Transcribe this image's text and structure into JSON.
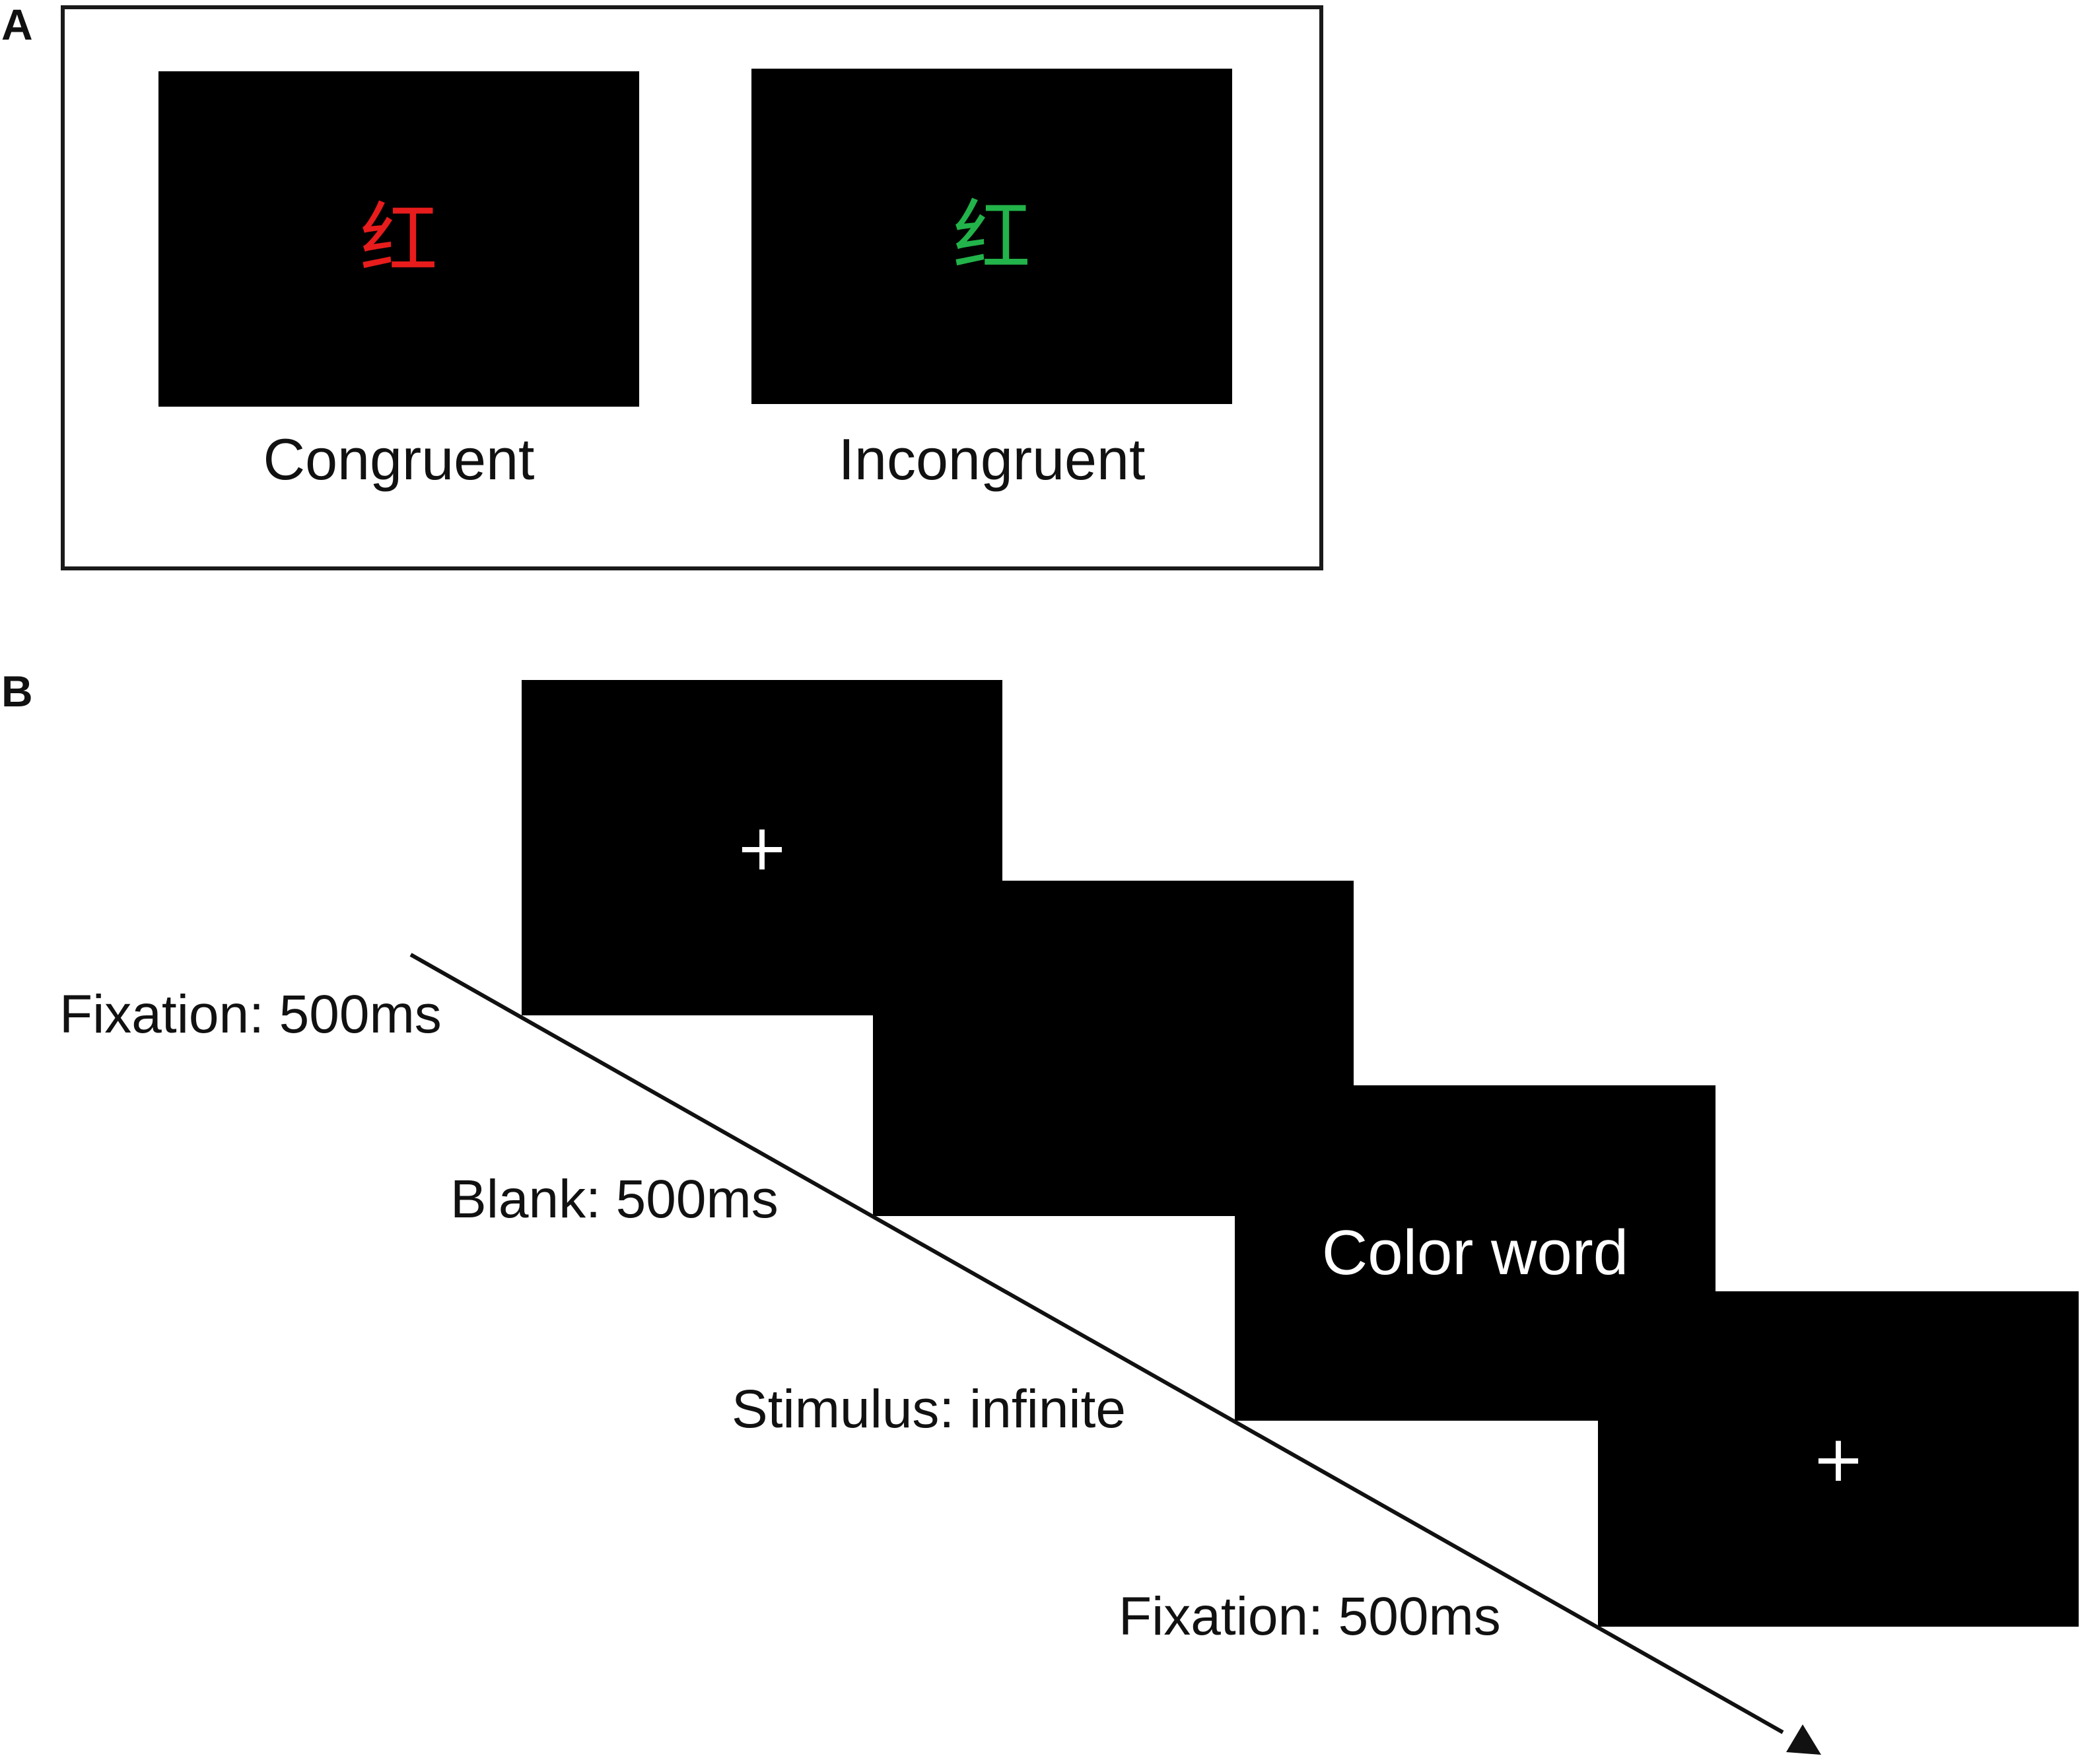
{
  "panel_a": {
    "letter": "A",
    "congruent": {
      "character": "红",
      "character_color": "#e81c1c",
      "label": "Congruent"
    },
    "incongruent": {
      "character": "红",
      "character_color": "#22b34a",
      "label": "Incongruent"
    }
  },
  "panel_b": {
    "letter": "B",
    "screens": [
      {
        "content": "+"
      },
      {
        "content": ""
      },
      {
        "content": "Color word"
      },
      {
        "content": "+"
      }
    ],
    "steps": [
      {
        "label": "Fixation: 500ms"
      },
      {
        "label": "Blank: 500ms"
      },
      {
        "label": "Stimulus: infinite"
      },
      {
        "label": "Fixation: 500ms"
      }
    ]
  },
  "colors": {
    "screen_background": "#000000",
    "frame": "#1a1a1a",
    "arrow": "#111111"
  }
}
